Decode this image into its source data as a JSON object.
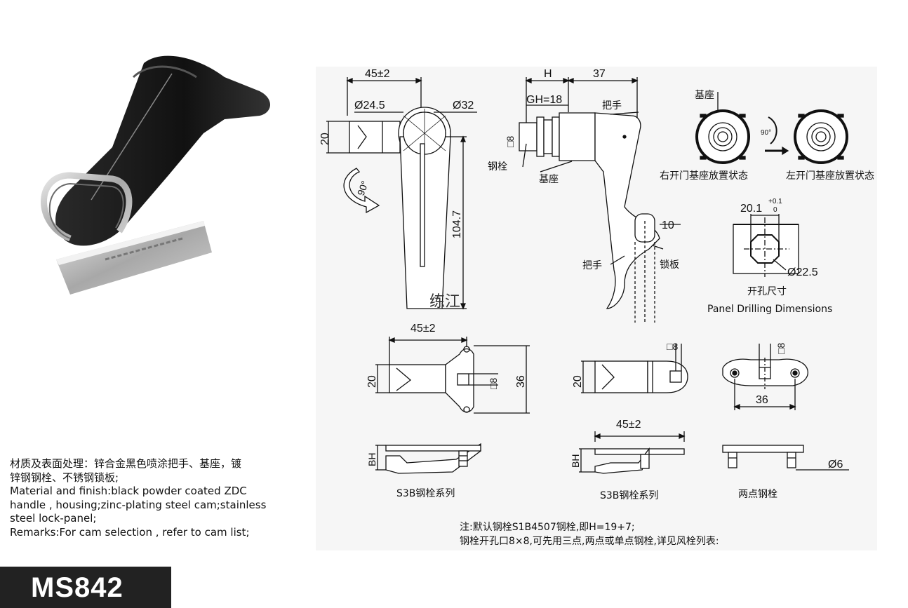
{
  "model": "MS842",
  "watermark": "练江",
  "product_photo": {
    "description_icon": "padlock-latch-photo"
  },
  "spec_lines": [
    "材质及表面处理：锌合金黑色喷涂把手、基座，镀",
    "锌钢钢栓、不锈钢锁板;",
    "Material and finish:black powder coated ZDC",
    "handle , housing;zinc-plating steel cam;stainless",
    "steel lock-panel;",
    "Remarks:For cam selection , refer to cam list;"
  ],
  "notes": [
    "注:默认钢栓S1B4507钢栓,即H=19+7;",
    "钢栓开孔口8×8,可先用三点,两点或单点钢栓,详见风栓列表:"
  ],
  "front_view": {
    "width_dim": "45±2",
    "hole_small": "Ø24.5",
    "hole_large": "Ø32",
    "height_dim": "20",
    "length_dim": "104.7",
    "rotation": "90°"
  },
  "side_view": {
    "h_dim": "H",
    "len_dim": "37",
    "gh_dim": "GH=18",
    "square_dim": "□8",
    "label_handle_top": "把手",
    "label_cam": "钢栓",
    "label_base": "基座",
    "label_handle_bottom": "把手",
    "label_lock_panel": "锁板",
    "panel_dim": "10"
  },
  "base_views": {
    "label_base": "基座",
    "rotation": "90°",
    "right_caption": "右开门基座放置状态",
    "left_caption": "左开门基座放置状态"
  },
  "drilling": {
    "width_dim": "20.1",
    "tol_upper": "+0.1",
    "tol_lower": "0",
    "dia_dim": "Ø22.5",
    "caption_cn": "开孔尺寸",
    "caption_en": "Panel Drilling Dimensions"
  },
  "cam1": {
    "width_dim": "45±2",
    "height_dim": "20",
    "square_dim": "□8",
    "total_dim": "36",
    "bh_dim": "BH",
    "caption": "S3B钢栓系列"
  },
  "cam2": {
    "square_dim": "□8",
    "height_dim": "20",
    "width_dim": "45±2",
    "bh_dim": "BH",
    "caption": "S3B钢栓系列"
  },
  "cam3": {
    "square_dim": "□8",
    "span_dim": "36",
    "dia_dim": "Ø6",
    "caption": "两点钢栓"
  }
}
